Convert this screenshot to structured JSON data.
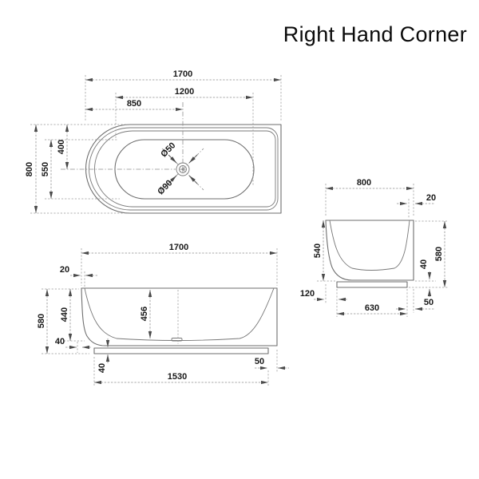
{
  "title": "Right Hand Corner",
  "plan_view": {
    "overall_length": "1700",
    "inner_length": "1200",
    "drain_from_left": "850",
    "overall_width": "800",
    "inner_width": "550",
    "drain_from_back": "400",
    "drain_diameter_small": "Ø50",
    "drain_diameter_large": "Ø90"
  },
  "front_view": {
    "overall_length": "1700",
    "rim_thickness": "20",
    "overall_height": "580",
    "end_height": "440",
    "inner_depth": "456",
    "base_corner_offset": "40",
    "plinth_height": "40",
    "plinth_length": "1530",
    "plinth_inset_right": "50"
  },
  "side_view": {
    "overall_width": "800",
    "rim_thickness": "20",
    "front_height": "540",
    "overall_height": "580",
    "plinth_height": "40",
    "plinth_inset_front": "120",
    "plinth_width": "630",
    "plinth_inset_back": "50"
  }
}
